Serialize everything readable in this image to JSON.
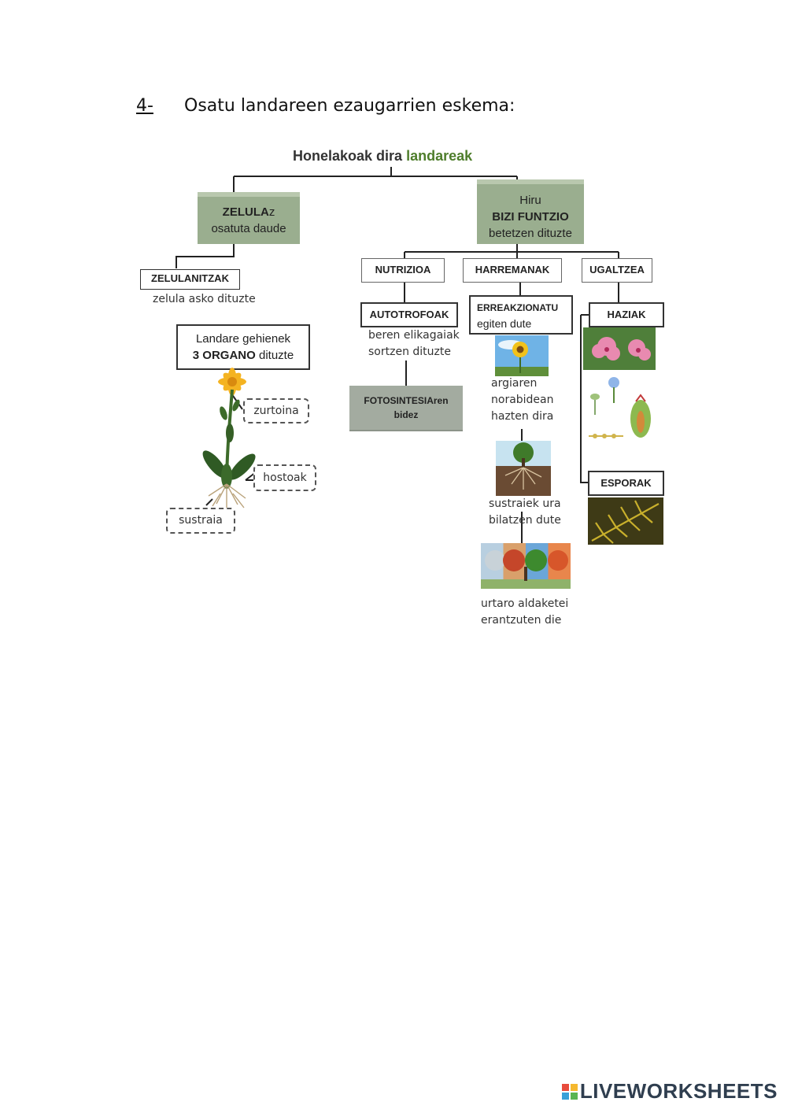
{
  "question": {
    "number": "4-",
    "text": "Osatu landareen ezaugarrien eskema:"
  },
  "diagram": {
    "title_main": "Honelakoak dira ",
    "title_highlight": "landareak",
    "zelula_box": {
      "line1_bold": "ZELULA",
      "line1_rest": "z",
      "line2": "osatuta daude"
    },
    "bizi_box": {
      "line1": "Hiru",
      "line2": "BIZI FUNTZIO",
      "line3": "betetzen dituzte"
    },
    "zelulanitzak": {
      "label": "ZELULANITZAK",
      "note": "zelula asko dituzte"
    },
    "organo_box": {
      "line1": "Landare gehienek",
      "line2_bold": "3 ORGANO",
      "line2_rest": " dituzte"
    },
    "plant_labels": {
      "stem": "zurtoina",
      "leaves": "hostoak",
      "root": "sustraia"
    },
    "nutrizioa": {
      "label": "NUTRIZIOA",
      "sub_label": "AUTOTROFOAK",
      "sub_note1": "beren elikagaiak",
      "sub_note2": "sortzen dituzte",
      "process_line1": "FOTOSINTESIAren",
      "process_line2": "bidez"
    },
    "harremanak": {
      "label": "HARREMANAK",
      "sub_line1": "ERREAKZIONATU",
      "sub_line2": "egiten dute",
      "notes": [
        {
          "line1": "argiaren",
          "line2": "norabidean",
          "line3": "hazten dira"
        },
        {
          "line1": "sustraiek ura",
          "line2": "bilatzen dute"
        },
        {
          "line1": "urtaro aldaketei",
          "line2": "erantzuten die"
        }
      ]
    },
    "ugaltzea": {
      "label": "UGALTZEA",
      "seeds": "HAZIAK",
      "spores": "ESPORAK"
    }
  },
  "colors": {
    "title_green": "#4e7d2b",
    "box_green": "#9aae8f",
    "box_gray": "#a3aba0"
  },
  "brand": {
    "text": "LIVEWORKSHEETS"
  }
}
